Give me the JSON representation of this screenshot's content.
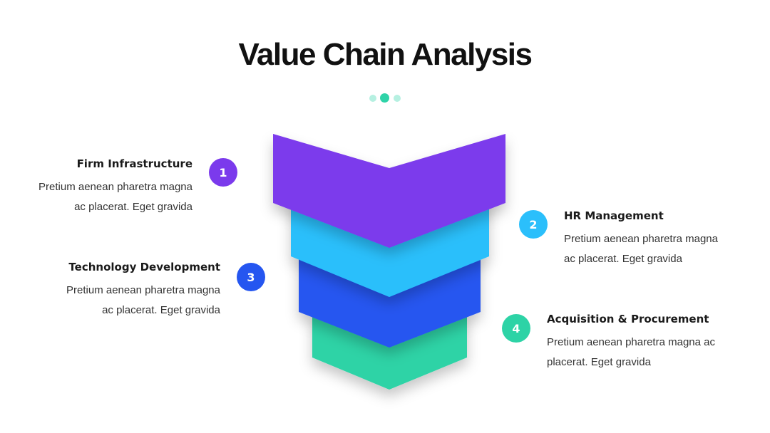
{
  "title": "Value Chain Analysis",
  "colors": {
    "purple": "#7b3aec",
    "cyan": "#2bbffb",
    "blue": "#2556f0",
    "green": "#2dd3a6",
    "dot": "#2ed3a8"
  },
  "items": [
    {
      "number": "1",
      "heading": "Firm Infrastructure",
      "line1": "Pretium aenean pharetra magna",
      "line2": "ac placerat. Eget gravida"
    },
    {
      "number": "2",
      "heading": "HR Management",
      "line1": "Pretium aenean pharetra magna",
      "line2": "ac placerat. Eget gravida"
    },
    {
      "number": "3",
      "heading": "Technology Development",
      "line1": "Pretium aenean pharetra magna",
      "line2": "ac placerat. Eget gravida"
    },
    {
      "number": "4",
      "heading": "Acquisition & Procurement",
      "line1": "Pretium aenean pharetra magna ac",
      "line2": "placerat. Eget gravida"
    }
  ]
}
